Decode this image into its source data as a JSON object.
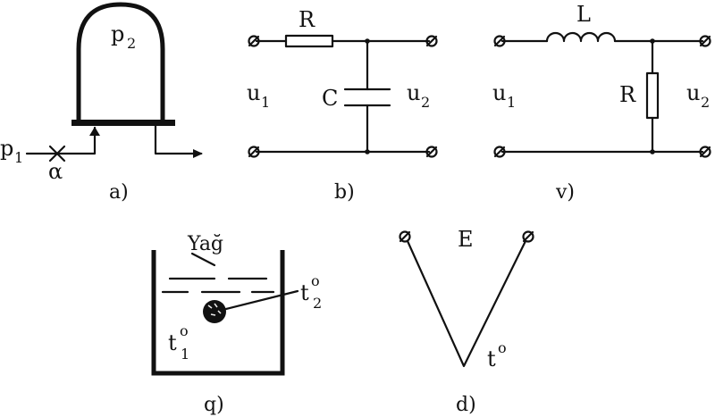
{
  "panel_a": {
    "caption": "a)",
    "p_main": "p",
    "p2_sub": "2",
    "p1_main": "p",
    "p1_sub": "1",
    "alpha": "α"
  },
  "panel_b": {
    "caption": "b)",
    "resistor": "R",
    "capacitor": "C",
    "u1_main": "u",
    "u1_sub": "1",
    "u2_main": "u",
    "u2_sub": "2"
  },
  "panel_v": {
    "caption": "v)",
    "inductor": "L",
    "resistor": "R",
    "u1_main": "u",
    "u1_sub": "1",
    "u2_main": "u",
    "u2_sub": "2"
  },
  "panel_q": {
    "caption": "q)",
    "oil_label": "Yağ",
    "t2_main": "t",
    "t2_sup": "o",
    "t2_sub": "2",
    "t1_main": "t",
    "t1_sup": "o",
    "t1_sub": "1"
  },
  "panel_d": {
    "caption": "d)",
    "emf": "E",
    "t_main": "t",
    "t_sup": "o"
  }
}
